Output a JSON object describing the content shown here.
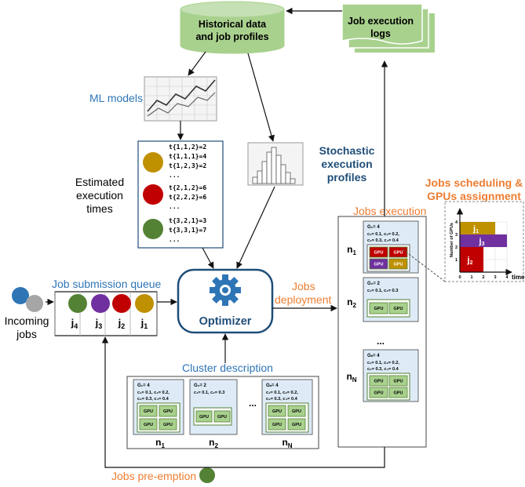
{
  "colors": {
    "green_fill": "#a9d18e",
    "green_dark": "#548235",
    "blue_text": "#2e75b6",
    "dark_blue": "#1f4e79",
    "orange_text": "#ed7d31",
    "node_bg": "#deebf7",
    "gpu_fill": "#a9d18e",
    "job1": "#bf9000",
    "job2": "#c00000",
    "job3": "#7030a0",
    "job4": "#548235",
    "incoming1": "#2e75b6",
    "incoming2": "#a6a6a6"
  },
  "icons": [
    "database-cylinder-icon",
    "document-stack-icon",
    "line-chart-icon",
    "histogram-icon",
    "gear-icon"
  ],
  "historical_db": {
    "line1": "Historical data",
    "line2": "and job profiles"
  },
  "job_logs": {
    "line1": "Job execution",
    "line2": "logs"
  },
  "ml_models": "ML models",
  "stochastic": {
    "line1": "Stochastic",
    "line2": "execution",
    "line3": "profiles"
  },
  "estimated": {
    "line1": "Estimated",
    "line2": "execution",
    "line3": "times"
  },
  "exec_times": [
    {
      "lines": [
        "t{1,1,2}=2",
        "t{1,1,1}=4",
        "t{1,2,3}=2",
        "..."
      ]
    },
    {
      "lines": [
        "t{2,1,2}=6",
        "t{2,2,2}=6",
        "..."
      ]
    },
    {
      "lines": [
        "t{3,2,1}=3",
        "t{3,3,1}=7",
        "..."
      ]
    }
  ],
  "optimizer": "Optimizer",
  "queue": {
    "title": "Job submission queue",
    "jobs": [
      {
        "base": "j",
        "sub": "4"
      },
      {
        "base": "j",
        "sub": "3"
      },
      {
        "base": "j",
        "sub": "2"
      },
      {
        "base": "j",
        "sub": "1"
      }
    ]
  },
  "incoming": {
    "line1": "Incoming",
    "line2": "jobs"
  },
  "deployment": {
    "line1": "Jobs",
    "line2": "deployment"
  },
  "preemption": "Jobs pre-emption",
  "cluster": {
    "title": "Cluster description",
    "dots": "...",
    "gpu_label": "GPU",
    "nodes": [
      {
        "label": "n",
        "sub": "1",
        "g": "G₁= 4",
        "c1": "c₁= 0.1, c₂= 0.2,",
        "c2": "c₃= 0.3, c₄= 0.4"
      },
      {
        "label": "n",
        "sub": "2",
        "g": "G₂= 2",
        "c1": "c₁= 0.1, c₂= 0.3",
        "c2": ""
      },
      {
        "label": "n",
        "sub": "N",
        "g": "Gₙ= 4",
        "c1": "c₁= 0.1, c₂= 0.2,",
        "c2": "c₃= 0.3, c₄= 0.4"
      }
    ]
  },
  "execution": {
    "title": "Jobs execution",
    "dots": "...",
    "gpu_label": "GPU",
    "nodes": [
      {
        "label": "n",
        "sub": "1",
        "g": "G₁= 4",
        "c1": "c₁= 0.1, c₂= 0.2,",
        "c2": "c₃= 0.3, c₄= 0.4"
      },
      {
        "label": "n",
        "sub": "2",
        "g": "G₂= 2",
        "c1": "c₁= 0.1, c₂= 0.3",
        "c2": ""
      },
      {
        "label": "n",
        "sub": "N",
        "g": "Gₙ= 4",
        "c1": "c₁= 0.1, c₂= 0.2,",
        "c2": "c₃= 0.3, c₄= 0.4"
      }
    ]
  },
  "scheduling": {
    "line1": "Jobs scheduling &",
    "line2": "GPUs assignment",
    "ylabel": "Number of GPUs",
    "xlabel": "time",
    "x_ticks": [
      "0",
      "1",
      "2",
      "3",
      "4"
    ],
    "y_ticks": [
      "1",
      "2",
      "3",
      "4"
    ],
    "bars": [
      {
        "job": "j",
        "sub": "1",
        "start": 0,
        "end": 3,
        "gpu_from": 3,
        "gpu_to": 4
      },
      {
        "job": "j",
        "sub": "3",
        "start": 0,
        "end": 4,
        "gpu_from": 2,
        "gpu_to": 3
      },
      {
        "job": "j",
        "sub": "2",
        "start": 0,
        "end": 2,
        "gpu_from": 0,
        "gpu_to": 2
      }
    ]
  }
}
